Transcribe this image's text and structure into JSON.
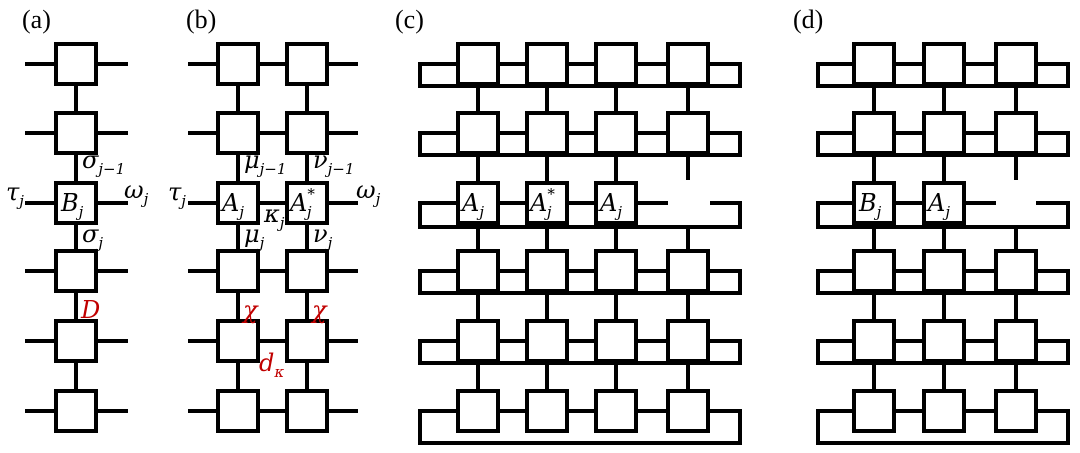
{
  "panels": {
    "a": {
      "label": "(a)",
      "B": "B",
      "B_sub": "j",
      "tau": "τ",
      "tau_sub": "j",
      "omega": "ω",
      "omega_sub": "j",
      "sigma_top": "σ",
      "sigma_top_sub": "j−1",
      "sigma_bot": "σ",
      "sigma_bot_sub": "j",
      "D": "D"
    },
    "b": {
      "label": "(b)",
      "A": "A",
      "A_sub": "j",
      "Astar": "A",
      "Astar_sup": "*",
      "Astar_sub": "j",
      "tau": "τ",
      "tau_sub": "j",
      "omega": "ω",
      "omega_sub": "j",
      "mu_top": "μ",
      "mu_top_sub": "j−1",
      "nu_top": "ν",
      "nu_top_sub": "j−1",
      "kappa": "κ",
      "kappa_sub": "j",
      "mu_bot": "μ",
      "mu_bot_sub": "j",
      "nu_bot": "ν",
      "nu_bot_sub": "j",
      "chi_left": "χ",
      "chi_right": "χ",
      "d": "d",
      "d_sub": "κ"
    },
    "c": {
      "label": "(c)",
      "A1": "A",
      "A1_sub": "j",
      "A2": "A",
      "A2_sup": "*",
      "A2_sub": "j",
      "A3": "A",
      "A3_sub": "j"
    },
    "d": {
      "label": "(d)",
      "B": "B",
      "B_sub": "j",
      "A": "A",
      "A_sub": "j"
    }
  },
  "colors": {
    "ink": "#000000",
    "accent": "#c00000",
    "background": "#ffffff"
  }
}
